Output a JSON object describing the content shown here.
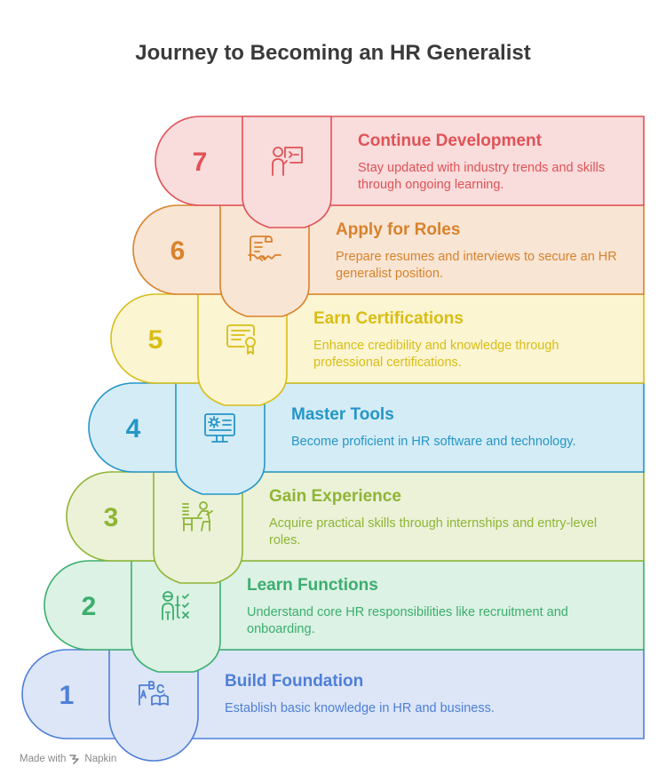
{
  "title": "Journey to Becoming an HR Generalist",
  "steps": [
    {
      "number": "1",
      "title": "Build Foundation",
      "description": "Establish basic knowledge in HR and business.",
      "icon": "abc-book-icon",
      "color": "#4f7fd8",
      "fill": "#dce6f7"
    },
    {
      "number": "2",
      "title": "Learn Functions",
      "description": "Understand core HR responsibilities like recruitment and onboarding.",
      "icon": "person-checklist-icon",
      "color": "#3cae6e",
      "fill": "#dbf2e4"
    },
    {
      "number": "3",
      "title": "Gain Experience",
      "description": "Acquire practical skills through internships and entry-level roles.",
      "icon": "person-at-desk-icon",
      "color": "#8fb535",
      "fill": "#ebf2d8"
    },
    {
      "number": "4",
      "title": "Master Tools",
      "description": "Become proficient in HR software and technology.",
      "icon": "monitor-gear-icon",
      "color": "#2596c6",
      "fill": "#d4ecf6"
    },
    {
      "number": "5",
      "title": "Earn Certifications",
      "description": "Enhance credibility and knowledge through professional certifications.",
      "icon": "certificate-icon",
      "color": "#d9bd16",
      "fill": "#fbf5d2"
    },
    {
      "number": "6",
      "title": "Apply for Roles",
      "description": "Prepare resumes and interviews to secure an HR generalist position.",
      "icon": "contract-handshake-icon",
      "color": "#d9822b",
      "fill": "#f8e5d4"
    },
    {
      "number": "7",
      "title": "Continue Development",
      "description": "Stay updated with industry trends and skills through ongoing learning.",
      "icon": "person-presentation-icon",
      "color": "#e05256",
      "fill": "#f9dcdc"
    }
  ],
  "footer": {
    "made_with": "Made with",
    "brand": "Napkin"
  }
}
